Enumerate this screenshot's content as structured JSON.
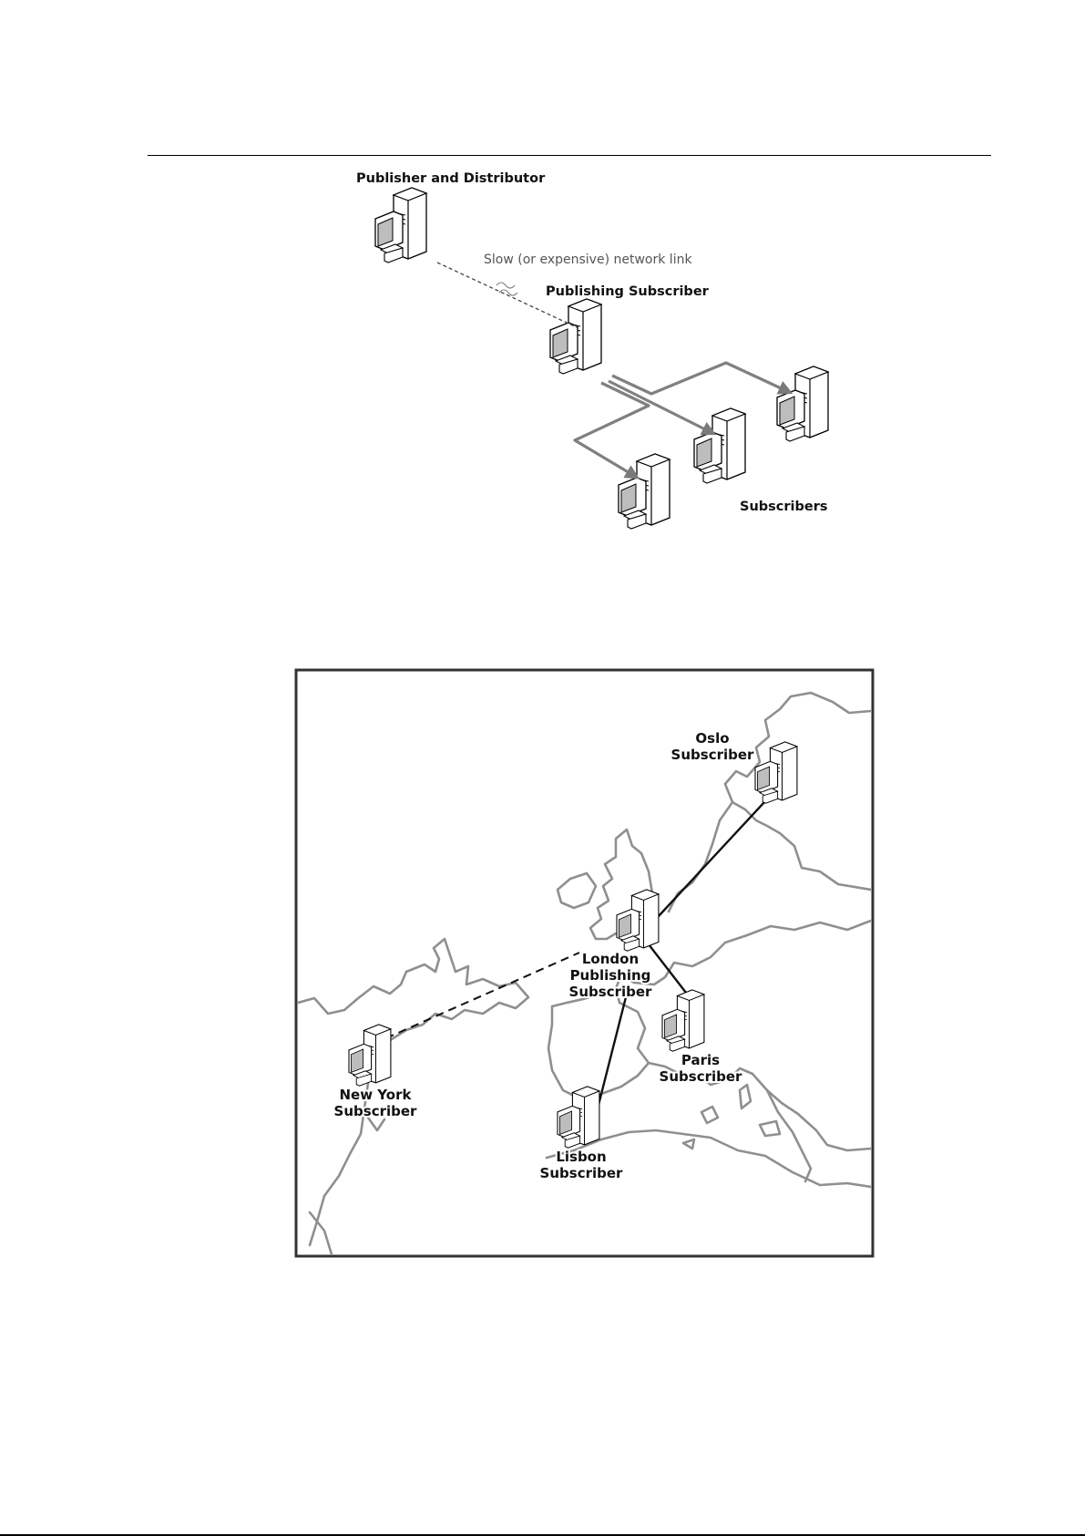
{
  "diagram1": {
    "labels": {
      "publisher_distributor": "Publisher and Distributor",
      "slow_link": "Slow (or expensive) network link",
      "publishing_subscriber": "Publishing Subscriber",
      "subscribers": "Subscribers"
    },
    "icon": "server-computer-icon"
  },
  "diagram2": {
    "nodes": [
      {
        "line1": "Oslo",
        "line2": "Subscriber"
      },
      {
        "line1": "London",
        "line2": "Publishing",
        "line3": "Subscriber"
      },
      {
        "line1": "Paris",
        "line2": "Subscriber"
      },
      {
        "line1": "New York",
        "line2": "Subscriber"
      },
      {
        "line1": "Lisbon",
        "line2": "Subscriber"
      }
    ],
    "icon": "server-computer-icon"
  }
}
